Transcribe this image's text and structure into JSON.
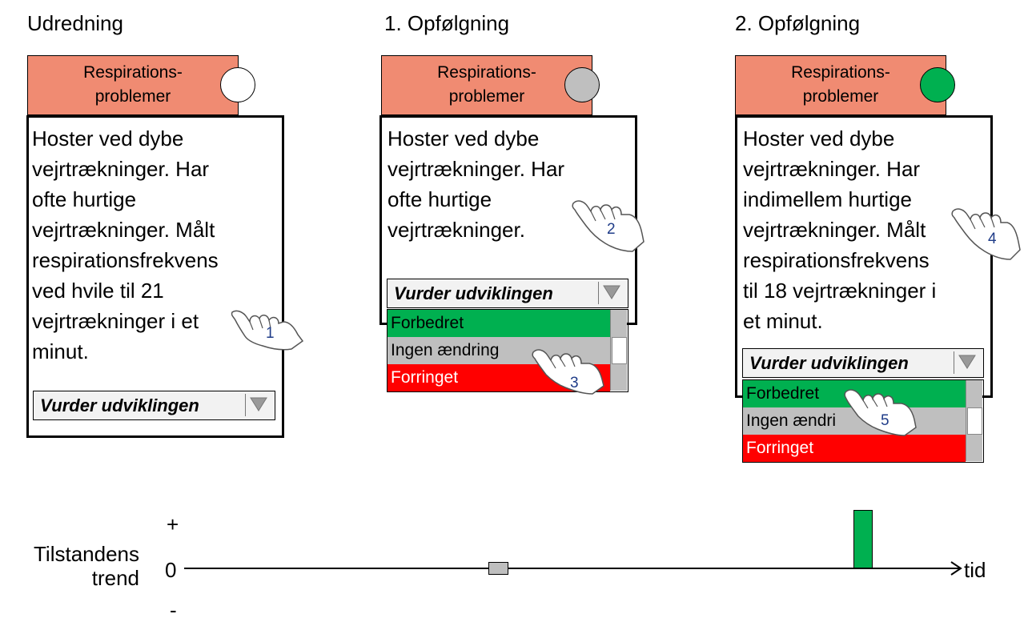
{
  "columns": [
    {
      "title": "Udredning",
      "header_line1": "Respirations-",
      "header_line2": "problemer",
      "status_color": "#ffffff",
      "text_lines": [
        "Hoster ved dybe",
        "vejrtrækninger. Har",
        "ofte hurtige",
        "vejrtrækninger. Målt",
        "respirationsfrekvens",
        "ved hvile til 21",
        "vejrtrækninger i et",
        "minut."
      ],
      "select_label": "Vurder udviklingen",
      "hand_number": "1"
    },
    {
      "title": "1. Opfølgning",
      "header_line1": "Respirations-",
      "header_line2": "problemer",
      "status_color": "#bfbfbf",
      "text_lines": [
        "Hoster ved dybe",
        "vejrtrækninger. Har",
        "ofte hurtige",
        "vejrtrækninger."
      ],
      "select_label": "Vurder udviklingen",
      "options": [
        "Forbedret",
        "Ingen ændring",
        "Forringet"
      ],
      "hand_numbers": [
        "2",
        "3"
      ]
    },
    {
      "title": "2. Opfølgning",
      "header_line1": "Respirations-",
      "header_line2": "problemer",
      "status_color": "#00b050",
      "text_lines": [
        "Hoster ved dybe",
        "vejrtrækninger. Har",
        "indimellem hurtige",
        "vejrtrækninger. Målt",
        "respirationsfrekvens",
        "til 18 vejrtrækninger i",
        "et minut."
      ],
      "select_label": "Vurder udviklingen",
      "options": [
        "Forbedret",
        "Ingen ændri",
        "Forringet"
      ],
      "hand_numbers": [
        "4",
        "5"
      ]
    }
  ],
  "trend": {
    "label_line1": "Tilstandens",
    "label_line2": "trend",
    "plus": "+",
    "zero": "0",
    "minus": "-",
    "axis_end": "tid",
    "markers": [
      {
        "stage": "1. Opfølgning",
        "value": "Ingen ændring",
        "color": "#bfbfbf"
      },
      {
        "stage": "2. Opfølgning",
        "value": "Forbedret",
        "color": "#00b050"
      }
    ]
  }
}
